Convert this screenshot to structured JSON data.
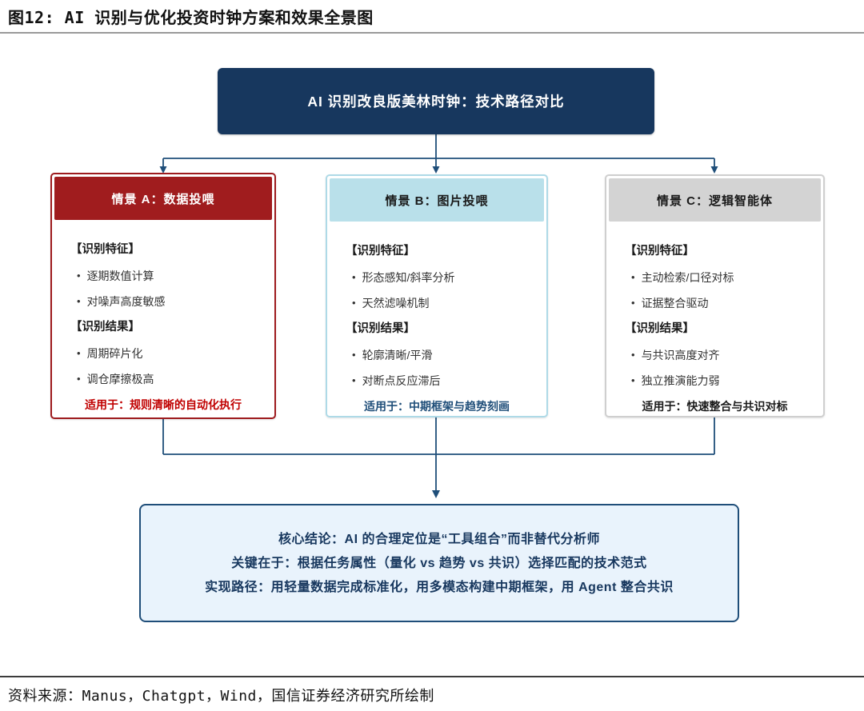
{
  "figure_title": "图12: AI 识别与优化投资时钟方案和效果全景图",
  "top_box": {
    "title": "AI 识别改良版美林时钟：技术路径对比",
    "bg": "#17375e",
    "text_color": "#ffffff"
  },
  "connector_color": "#1f4e79",
  "columns": [
    {
      "id": "A",
      "header": "情景 A：数据投喂",
      "header_bg": "#a01c1e",
      "header_text_color": "#ffffff",
      "border_color": "#9e1b1e",
      "features_label": "【识别特征】",
      "features": [
        "逐期数值计算",
        "对噪声高度敏感"
      ],
      "results_label": "【识别结果】",
      "results": [
        "周期碎片化",
        "调仓摩擦极高"
      ],
      "suitable": "适用于：规则清晰的自动化执行",
      "suitable_color": "#c00000"
    },
    {
      "id": "B",
      "header": "情景 B：图片投喂",
      "header_bg": "#b9e0ea",
      "header_text_color": "#1a1a1a",
      "border_color": "#aedae7",
      "features_label": "【识别特征】",
      "features": [
        "形态感知/斜率分析",
        "天然滤噪机制"
      ],
      "results_label": "【识别结果】",
      "results": [
        "轮廓清晰/平滑",
        "对断点反应滞后"
      ],
      "suitable": "适用于：中期框架与趋势刻画",
      "suitable_color": "#1f4e79"
    },
    {
      "id": "C",
      "header": "情景 C：逻辑智能体",
      "header_bg": "#d3d3d3",
      "header_text_color": "#1a1a1a",
      "border_color": "#cfcfcf",
      "features_label": "【识别特征】",
      "features": [
        "主动检索/口径对标",
        "证据整合驱动"
      ],
      "results_label": "【识别结果】",
      "results": [
        "与共识高度对齐",
        "独立推演能力弱"
      ],
      "suitable": "适用于：快速整合与共识对标",
      "suitable_color": "#1a1a1a"
    }
  ],
  "conclusion_box": {
    "bg": "#e9f3fc",
    "border_color": "#1f4e79",
    "text_color": "#17375e",
    "lines": [
      "核心结论：AI 的合理定位是“工具组合”而非替代分析师",
      "关键在于：根据任务属性（量化 vs 趋势 vs 共识）选择匹配的技术范式",
      "实现路径：用轻量数据完成标准化，用多模态构建中期框架，用 Agent 整合共识"
    ]
  },
  "source_note": "资料来源：Manus，Chatgpt，Wind，国信证券经济研究所绘制"
}
